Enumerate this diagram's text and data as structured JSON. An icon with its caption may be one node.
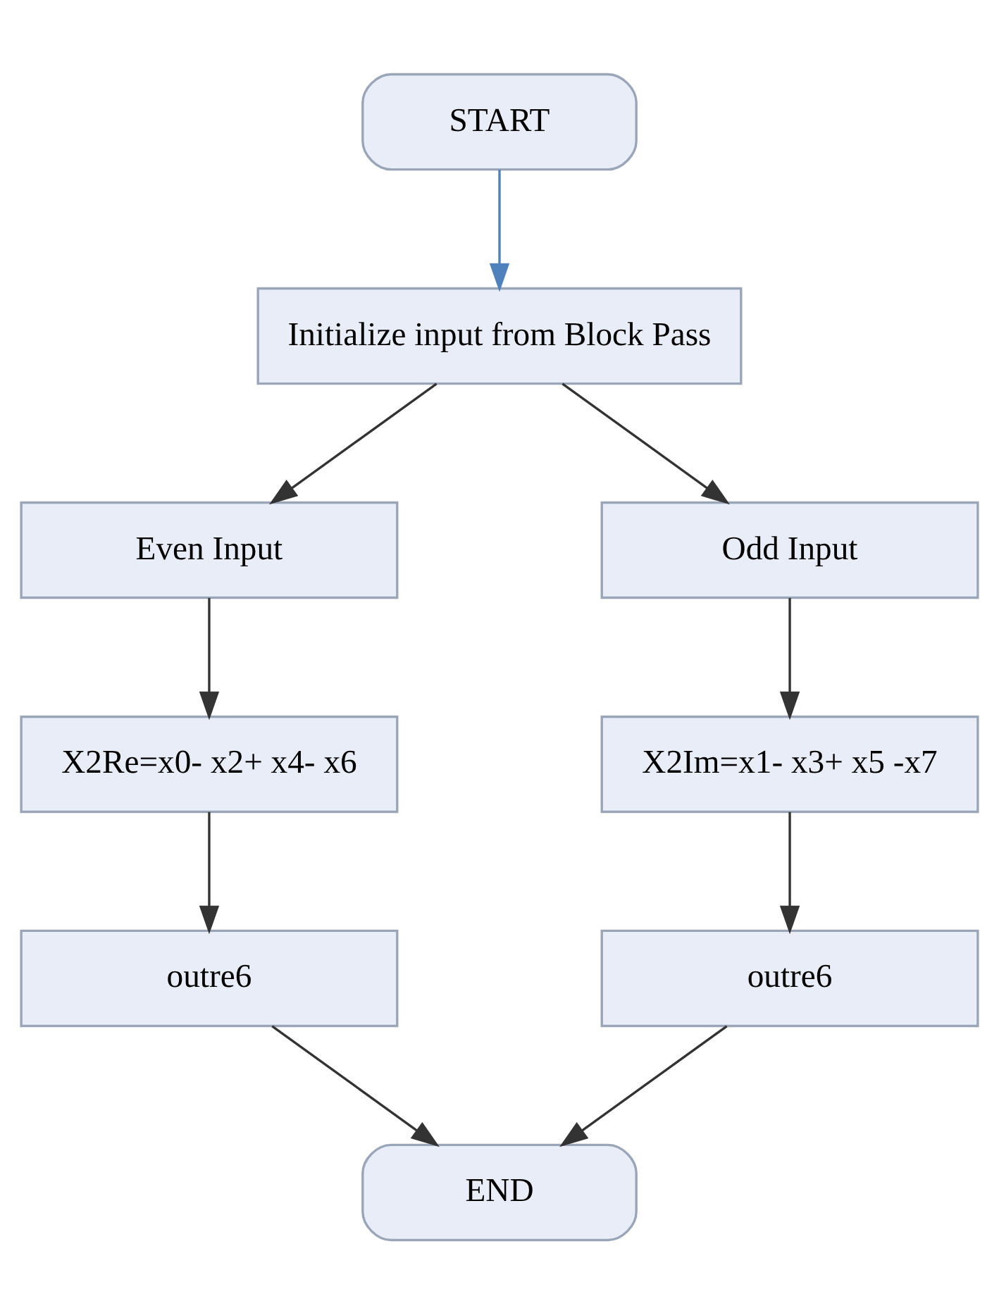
{
  "diagram": {
    "nodes": [
      {
        "text": [
          "START"
        ]
      },
      {
        "text": [
          "Initialize input from Block Pass"
        ]
      },
      {
        "text": [
          "Even Input"
        ]
      },
      {
        "text": [
          "Odd Input"
        ]
      },
      {
        "text": [
          "X2Re=x0- x2+ x4- x6"
        ]
      },
      {
        "text": [
          "X2Im=x1- x3+ x5 -x7"
        ]
      },
      {
        "text": [
          "outre6"
        ]
      },
      {
        "text": [
          "outre6"
        ]
      },
      {
        "text": [
          "END"
        ]
      }
    ],
    "edges": [
      {
        "from": 0,
        "to": 1,
        "arrow": "to",
        "color": "#4f81bd"
      },
      {
        "from": 1,
        "to": 2,
        "arrow": "to"
      },
      {
        "from": 1,
        "to": 3,
        "arrow": "to"
      },
      {
        "from": 2,
        "to": 4,
        "arrow": "to"
      },
      {
        "from": 3,
        "to": 5,
        "arrow": "to"
      },
      {
        "from": 4,
        "to": 6,
        "arrow": "to"
      },
      {
        "from": 5,
        "to": 7,
        "arrow": "to"
      },
      {
        "from": 6,
        "to": 8,
        "arrow": "to"
      },
      {
        "from": 7,
        "to": 8,
        "arrow": "to"
      }
    ]
  }
}
